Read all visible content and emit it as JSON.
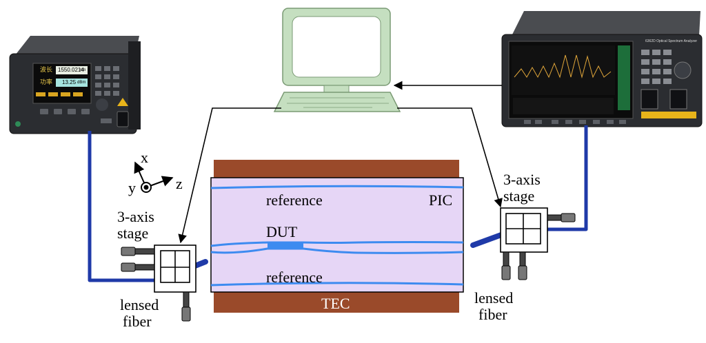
{
  "colors": {
    "fiber": "#1f3aa8",
    "waveguide": "#3d8bf0",
    "pic_fill": "#e6d6f6",
    "tec_fill": "#9a4a2a",
    "computer": "#c5dfc0",
    "instrument_body": "#2b2d31"
  },
  "icons": {
    "laser_source": "tunable-laser-instrument",
    "computer": "computer-monitor-icon",
    "analyzer": "optical-spectrum-analyzer-instrument",
    "axes": "xyz-axes-icon",
    "stage": "3-axis-stage-icon"
  },
  "labels": {
    "x_axis": "x",
    "y_axis": "y",
    "z_axis": "z",
    "left_stage": [
      "3-axis",
      "stage"
    ],
    "right_stage": [
      "3-axis",
      "stage"
    ],
    "left_fiber": [
      "lensed",
      "fiber"
    ],
    "right_fiber": [
      "lensed",
      "fiber"
    ],
    "reference_top": "reference",
    "reference_bottom": "reference",
    "dut": "DUT",
    "pic": "PIC",
    "tec": "TEC"
  },
  "laser_screen": {
    "wavelength_label": "波长",
    "wavelength_value": "1550.0214",
    "wavelength_unit": "nm",
    "power_label": "功率",
    "power_value": "13.25",
    "power_unit": "dBm"
  },
  "analyzer_title": "6362D Optical Spectrum Analyzer"
}
